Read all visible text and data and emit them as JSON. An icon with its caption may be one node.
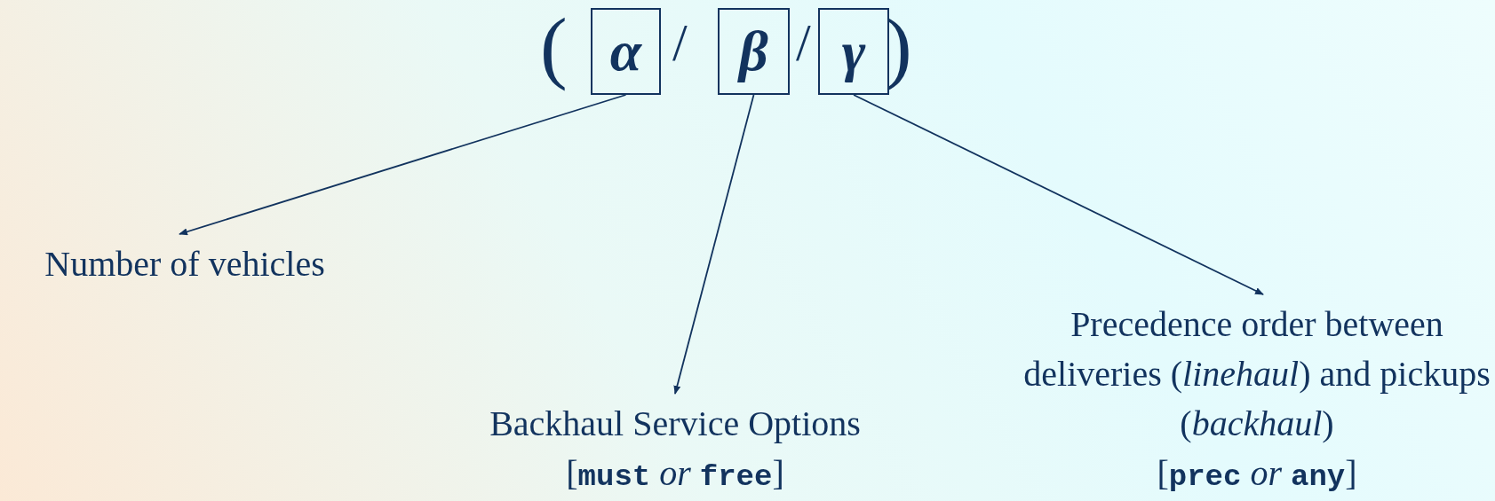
{
  "diagram": {
    "nodes": [
      {
        "text": [
          "α"
        ]
      },
      {
        "text": [
          "β"
        ]
      },
      {
        "text": [
          "γ"
        ]
      },
      {
        "text": [
          "Number of vehicles"
        ]
      },
      {
        "text": [
          "Backhaul Service Options",
          "[**must** *or* **free**]"
        ]
      },
      {
        "text": [
          "Precedence order between deliveries (*linehaul*) and pickups (*backhaul*)",
          "[**prec** *or* **any**]"
        ]
      }
    ],
    "edges": [
      {
        "from": 0,
        "to": 3,
        "arrow": "to"
      },
      {
        "from": 1,
        "to": 4,
        "arrow": "to"
      },
      {
        "from": 2,
        "to": 5,
        "arrow": "to"
      }
    ],
    "labels": [
      "(",
      "/",
      "/",
      ")"
    ]
  }
}
